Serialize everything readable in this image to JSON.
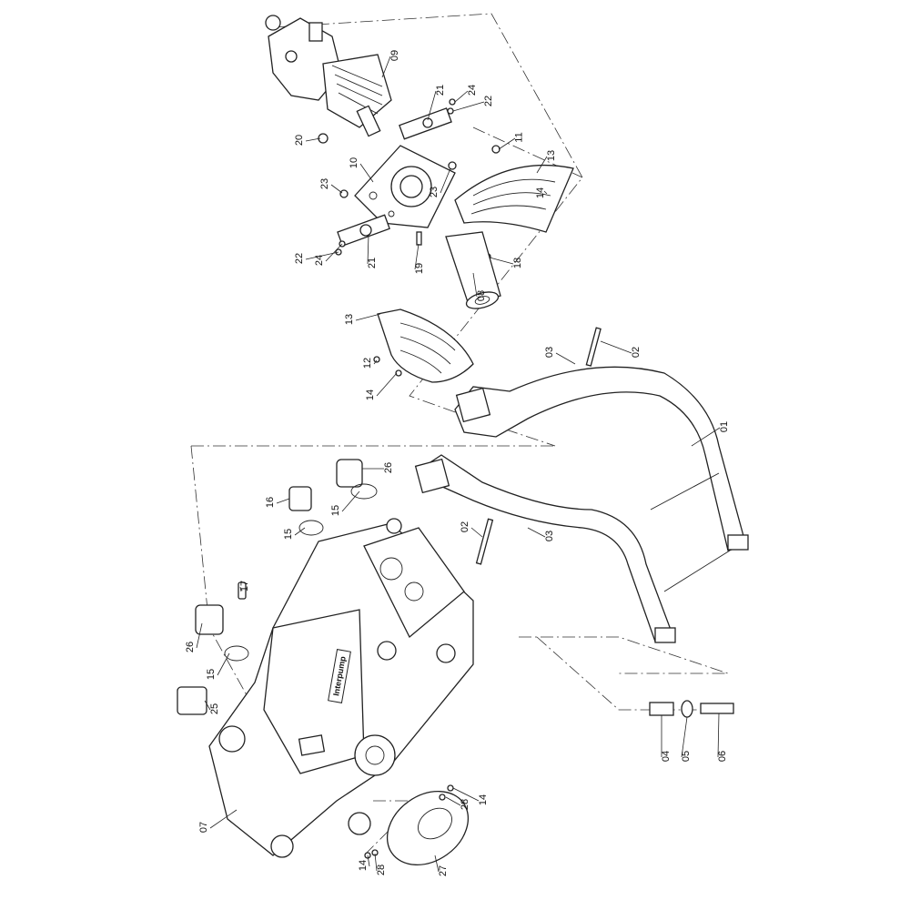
{
  "diagram": {
    "type": "exploded-parts-view",
    "callouts": [
      "09",
      "21",
      "24",
      "22",
      "20",
      "11",
      "13",
      "10",
      "23",
      "23",
      "14",
      "22",
      "24",
      "21",
      "19",
      "18",
      "08",
      "13",
      "12",
      "03",
      "02",
      "14",
      "01",
      "16",
      "26",
      "15",
      "15",
      "02",
      "03",
      "17",
      "26",
      "15",
      "25",
      "04",
      "05",
      "06",
      "07",
      "28",
      "14",
      "14",
      "28",
      "27"
    ],
    "pump_nameplate": "Interpump"
  }
}
